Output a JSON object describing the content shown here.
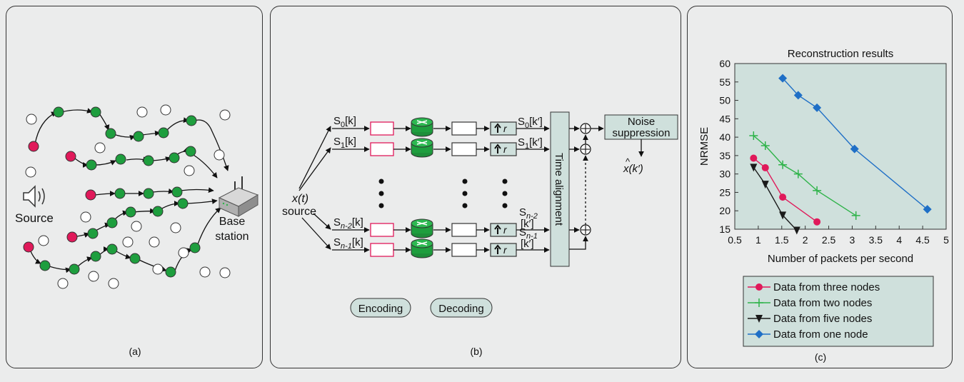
{
  "panel_a": {
    "caption": "(a)",
    "source_label": "Source",
    "base_station_line1": "Base",
    "base_station_line2": "station"
  },
  "panel_b": {
    "caption": "(b)",
    "input_label_line1": "x(t)",
    "input_label_line2": "source",
    "channels": [
      {
        "in": "S",
        "in_sub": "0",
        "in_suffix": "[k]",
        "out": "S",
        "out_sub": "0",
        "out_suffix": "[k′]"
      },
      {
        "in": "S",
        "in_sub": "1",
        "in_suffix": "[k]",
        "out": "S",
        "out_sub": "1",
        "out_suffix": "[k′]"
      },
      {
        "in": "S",
        "in_sub": "n-2",
        "in_suffix": "[k]",
        "out": "S",
        "out_sub": "n-2",
        "out_suffix": "[k′]"
      },
      {
        "in": "S",
        "in_sub": "n-1",
        "in_suffix": "[k]",
        "out": "S",
        "out_sub": "n-1",
        "out_suffix": "[k′]"
      }
    ],
    "upsample_label": "r",
    "time_alignment": "Time alignment",
    "noise_line1": "Noise",
    "noise_line2": "suppression",
    "output_label": "x(k′)",
    "encoding": "Encoding",
    "decoding": "Decoding"
  },
  "panel_c": {
    "caption": "(c)"
  },
  "chart_data": {
    "type": "line",
    "title": "Reconstruction results",
    "xlabel": "Number of packets per second",
    "ylabel": "NRMSE",
    "xlim": [
      0.5,
      5
    ],
    "ylim": [
      15,
      60
    ],
    "xticks": [
      "0.5",
      "1",
      "1.5",
      "2",
      "2.5",
      "3",
      "3.5",
      "4",
      "4.5",
      "5"
    ],
    "yticks": [
      "15",
      "20",
      "25",
      "30",
      "35",
      "40",
      "45",
      "50",
      "55",
      "60"
    ],
    "background": "#cfe0dc",
    "legend_position": "below",
    "series": [
      {
        "name": "Data from three nodes",
        "color": "#e0195a",
        "marker": "circle",
        "x": [
          0.9,
          1.15,
          1.52,
          2.25
        ],
        "y": [
          34.3,
          31.7,
          23.7,
          17.0
        ]
      },
      {
        "name": "Data from two nodes",
        "color": "#2fb34a",
        "marker": "plus",
        "x": [
          0.9,
          1.15,
          1.52,
          1.85,
          2.25,
          3.08
        ],
        "y": [
          40.4,
          37.7,
          32.5,
          30.0,
          25.5,
          18.7
        ]
      },
      {
        "name": "Data from five nodes",
        "color": "#1a1a1a",
        "marker": "triangle-down",
        "x": [
          0.9,
          1.15,
          1.52,
          1.82
        ],
        "y": [
          31.8,
          27.2,
          18.8,
          14.7
        ]
      },
      {
        "name": "Data from one node",
        "color": "#1f6fc6",
        "marker": "diamond",
        "x": [
          1.52,
          1.85,
          2.25,
          3.05,
          4.6
        ],
        "y": [
          56.0,
          51.4,
          48.0,
          36.8,
          20.4
        ]
      }
    ]
  }
}
